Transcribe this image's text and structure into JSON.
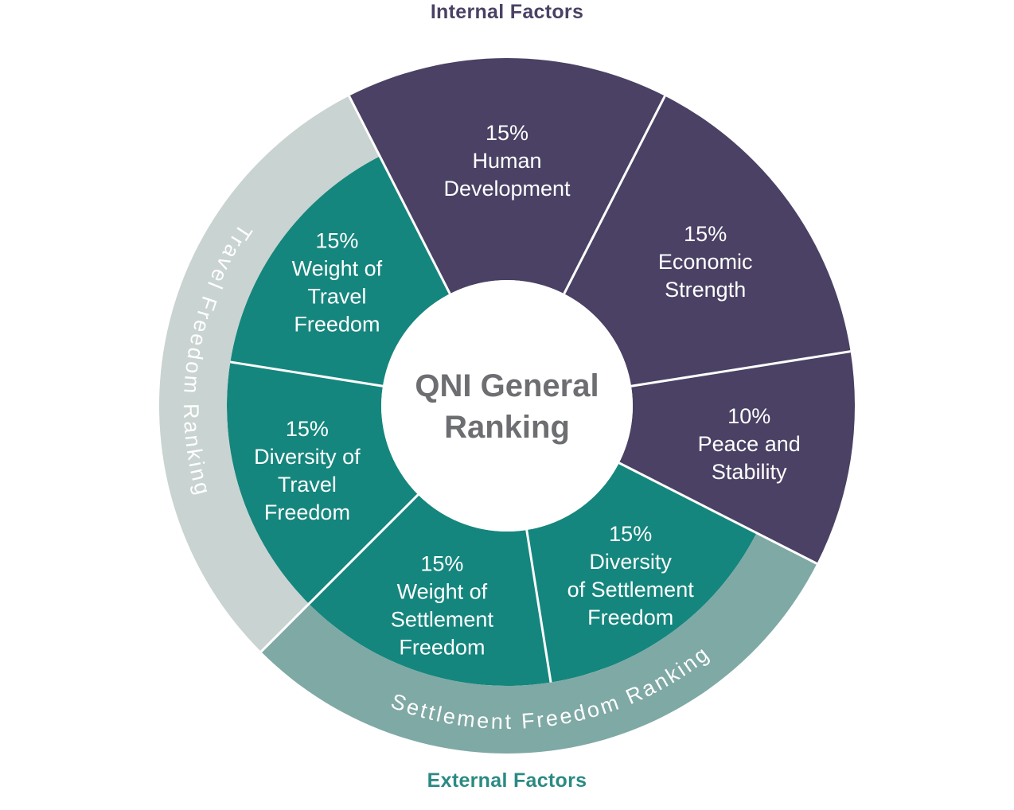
{
  "colors": {
    "background": "#ffffff",
    "internal_slice": "#4a4164",
    "external_slice": "#15867d",
    "travel_ring": "#c9d3d1",
    "settlement_ring": "#7fa9a5",
    "slice_label_text": "#ffffff",
    "ring_label_text": "#ffffff",
    "center_text": "#6d6e71",
    "internal_title_text": "#4b4164",
    "external_title_text": "#2b8a83",
    "divider": "#ffffff"
  },
  "chart_data": {
    "type": "pie",
    "title": "QNI General Ranking",
    "units": "percent",
    "total": 100,
    "start_angle_deg": -27,
    "labels": {
      "top": "Internal Factors",
      "bottom": "External Factors",
      "center": [
        "QNI General",
        "Ranking"
      ]
    },
    "segments": [
      {
        "name": "Human Development",
        "value": 15,
        "group": "internal",
        "label_lines": [
          "15%",
          "Human",
          "Development"
        ]
      },
      {
        "name": "Economic Strength",
        "value": 15,
        "group": "internal",
        "label_lines": [
          "15%",
          "Economic",
          "Strength"
        ]
      },
      {
        "name": "Peace and Stability",
        "value": 10,
        "group": "internal",
        "label_lines": [
          "10%",
          "Peace and",
          "Stability"
        ]
      },
      {
        "name": "Diversity of Settlement Freedom",
        "value": 15,
        "group": "external",
        "label_lines": [
          "15%",
          "Diversity",
          "of Settlement",
          "Freedom"
        ]
      },
      {
        "name": "Weight of Settlement Freedom",
        "value": 15,
        "group": "external",
        "label_lines": [
          "15%",
          "Weight of",
          "Settlement",
          "Freedom"
        ]
      },
      {
        "name": "Diversity of Travel Freedom",
        "value": 15,
        "group": "external",
        "label_lines": [
          "15%",
          "Diversity of",
          "Travel",
          "Freedom"
        ]
      },
      {
        "name": "Weight of Travel Freedom",
        "value": 15,
        "group": "external",
        "label_lines": [
          "15%",
          "Weight of",
          "Travel",
          "Freedom"
        ]
      }
    ],
    "outer_rings": [
      {
        "name": "Settlement Freedom Ranking",
        "color": "#7fa9a5",
        "covers": [
          "Diversity of Settlement Freedom",
          "Weight of Settlement Freedom"
        ]
      },
      {
        "name": "Travel Freedom Ranking",
        "color": "#c9d3d1",
        "covers": [
          "Diversity of Travel Freedom",
          "Weight of Travel Freedom"
        ]
      }
    ]
  }
}
